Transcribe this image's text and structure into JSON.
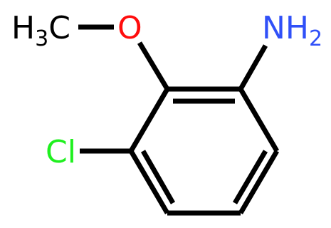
{
  "molecule": {
    "atoms": {
      "methyl": {
        "main": "H",
        "sub": "3",
        "tail": "C",
        "color": "#000000"
      },
      "oxygen": {
        "text": "O",
        "color": "#ff0d0d"
      },
      "amine": {
        "main": "NH",
        "sub": "2",
        "color": "#3050f8"
      },
      "chlorine": {
        "text": "Cl",
        "color": "#1ff01f"
      }
    },
    "bond_color": "#000000"
  }
}
